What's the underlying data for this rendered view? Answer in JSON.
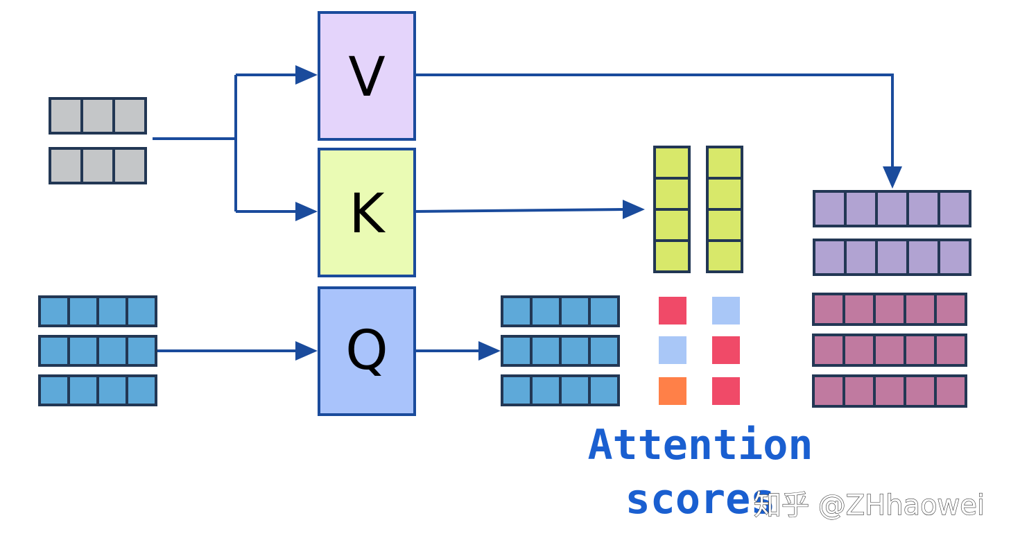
{
  "title": "",
  "colors": {
    "arrow": "#1a4b9c",
    "cell_stroke": "#223754",
    "input_gray": "#c4c6c8",
    "query_blue": "#5ea9d9",
    "key_green": "#d8e86a",
    "value_purple": "#b1a3d2",
    "output_pink": "#c07aa0",
    "score_red": "#f04a68",
    "score_lightblue": "#a9c7f7",
    "score_orange": "#ff8048",
    "box_v": "#e4d4fb",
    "box_k": "#eafbb4",
    "box_q": "#a9c3fb",
    "caption": "#1a5fd0"
  },
  "boxes": {
    "v": "V",
    "k": "K",
    "q": "Q"
  },
  "inputs": {
    "gray_rows": 2,
    "gray_cols": 3,
    "blue_rows": 3,
    "blue_cols": 4
  },
  "query_output": {
    "rows": 3,
    "cols": 4
  },
  "key_columns": {
    "count": 2,
    "cells": 4
  },
  "attention_scores": {
    "label_line1": "Attention",
    "label_line2": "scores",
    "cells": [
      [
        "red",
        "lightblue"
      ],
      [
        "lightblue",
        "red"
      ],
      [
        "orange",
        "red"
      ]
    ]
  },
  "value_output": {
    "rows": 2,
    "cols": 5
  },
  "weighted_output": {
    "rows": 3,
    "cols": 5
  },
  "watermark": "知乎 @ZHhaowei"
}
